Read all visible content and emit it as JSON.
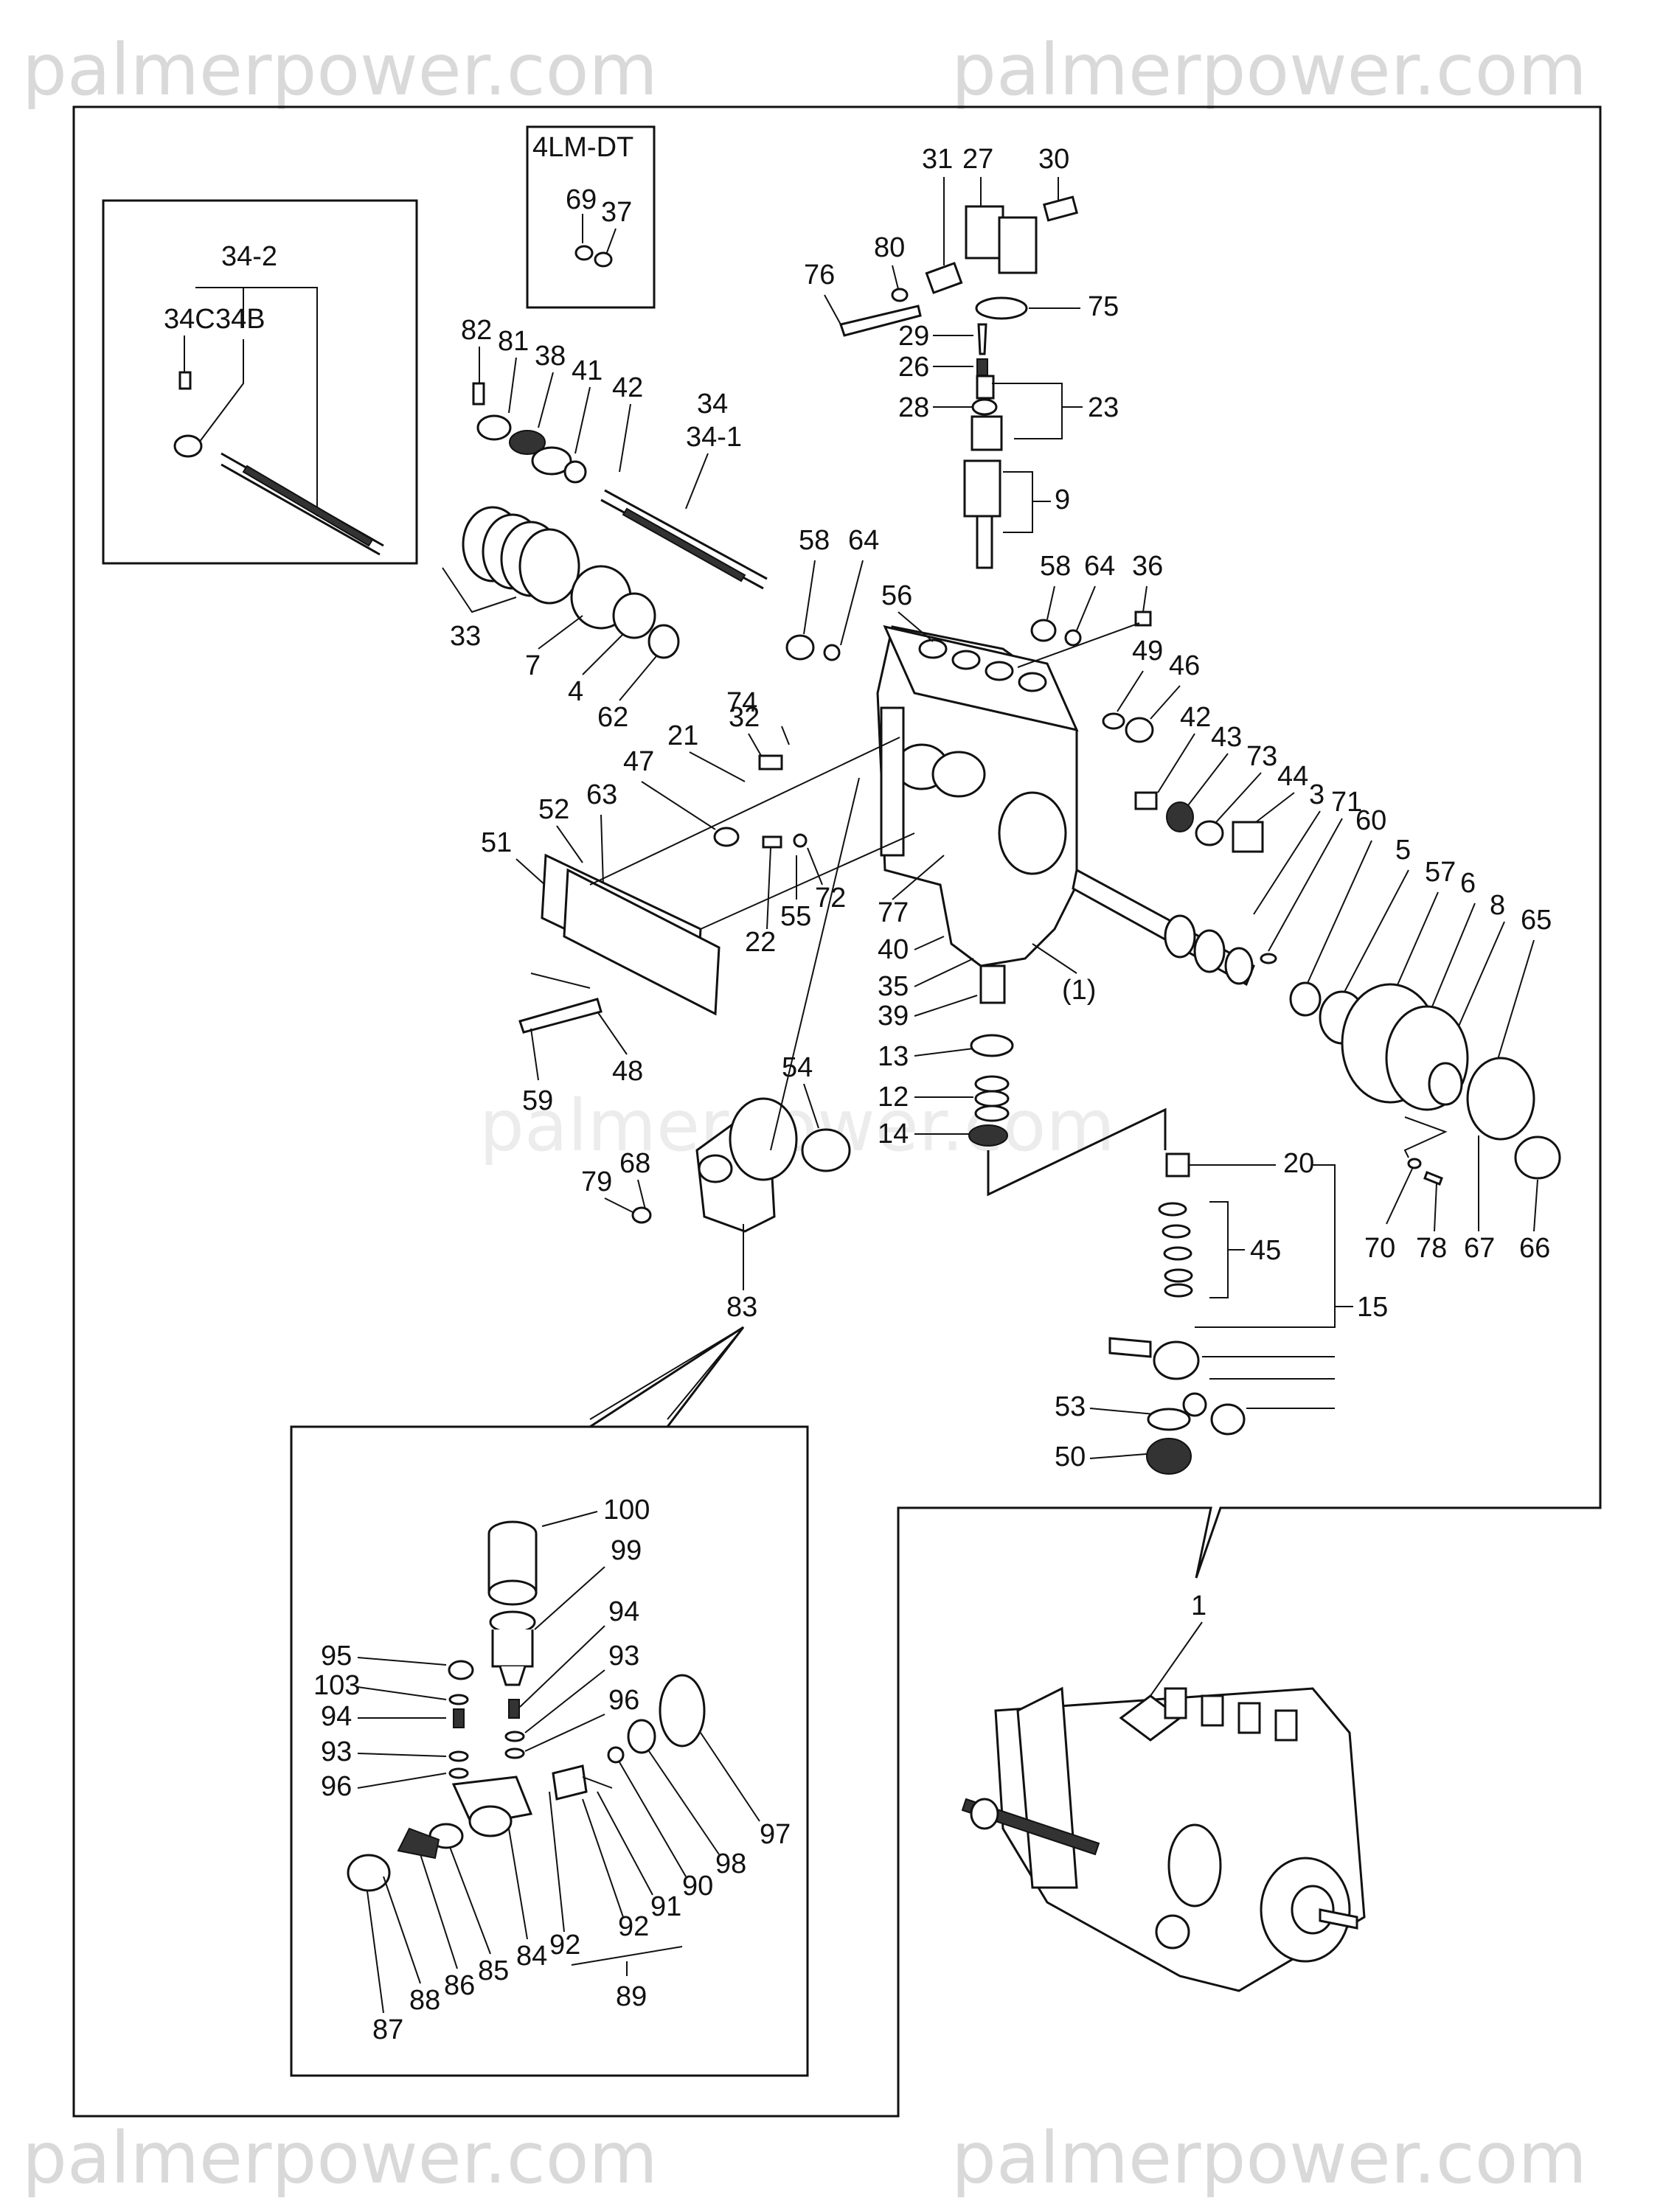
{
  "watermark": "palmerpower.com",
  "inset_variant_label": "4LM-DT",
  "labels": {
    "p34_2": "34-2",
    "p34C": "34C",
    "p34B": "34B",
    "p69": "69",
    "p37": "37",
    "p31": "31",
    "p27": "27",
    "p30": "30",
    "p80": "80",
    "p76": "76",
    "p75": "75",
    "p29": "29",
    "p26": "26",
    "p23": "23",
    "p28": "28",
    "p9": "9",
    "p82": "82",
    "p81": "81",
    "p38": "38",
    "p41": "41",
    "p42a": "42",
    "p34": "34",
    "p34_1": "34-1",
    "p33": "33",
    "p7": "7",
    "p4": "4",
    "p62": "62",
    "p58a": "58",
    "p64a": "64",
    "p56": "56",
    "p58b": "58",
    "p64b": "64",
    "p36": "36",
    "p49": "49",
    "p46": "46",
    "p32": "32",
    "p74": "74",
    "p21": "21",
    "p47": "47",
    "p42b": "42",
    "p43": "43",
    "p73": "73",
    "p44": "44",
    "p3": "3",
    "p71": "71",
    "p60": "60",
    "p5": "5",
    "p57": "57",
    "p6": "6",
    "p8": "8",
    "p65": "65",
    "p52": "52",
    "p63": "63",
    "p51": "51",
    "p22": "22",
    "p55": "55",
    "p72": "72",
    "p77": "77",
    "p40": "40",
    "p35": "35",
    "p1paren": "(1)",
    "p39": "39",
    "p13": "13",
    "p12": "12",
    "p14": "14",
    "p48": "48",
    "p59": "59",
    "p54": "54",
    "p79": "79",
    "p68": "68",
    "p20": "20",
    "p45": "45",
    "p15": "15",
    "p70": "70",
    "p78": "78",
    "p67": "67",
    "p66": "66",
    "p83": "83",
    "p53": "53",
    "p50": "50",
    "p1": "1",
    "p100": "100",
    "p99": "99",
    "p95": "95",
    "p94a": "94",
    "p103": "103",
    "p93a": "93",
    "p94b": "94",
    "p96a": "96",
    "p93b": "93",
    "p96b": "96",
    "p97": "97",
    "p98": "98",
    "p90": "90",
    "p91": "91",
    "p92a": "92",
    "p92b": "92",
    "p89": "89",
    "p84": "84",
    "p85": "85",
    "p86": "86",
    "p88": "88",
    "p87": "87"
  }
}
